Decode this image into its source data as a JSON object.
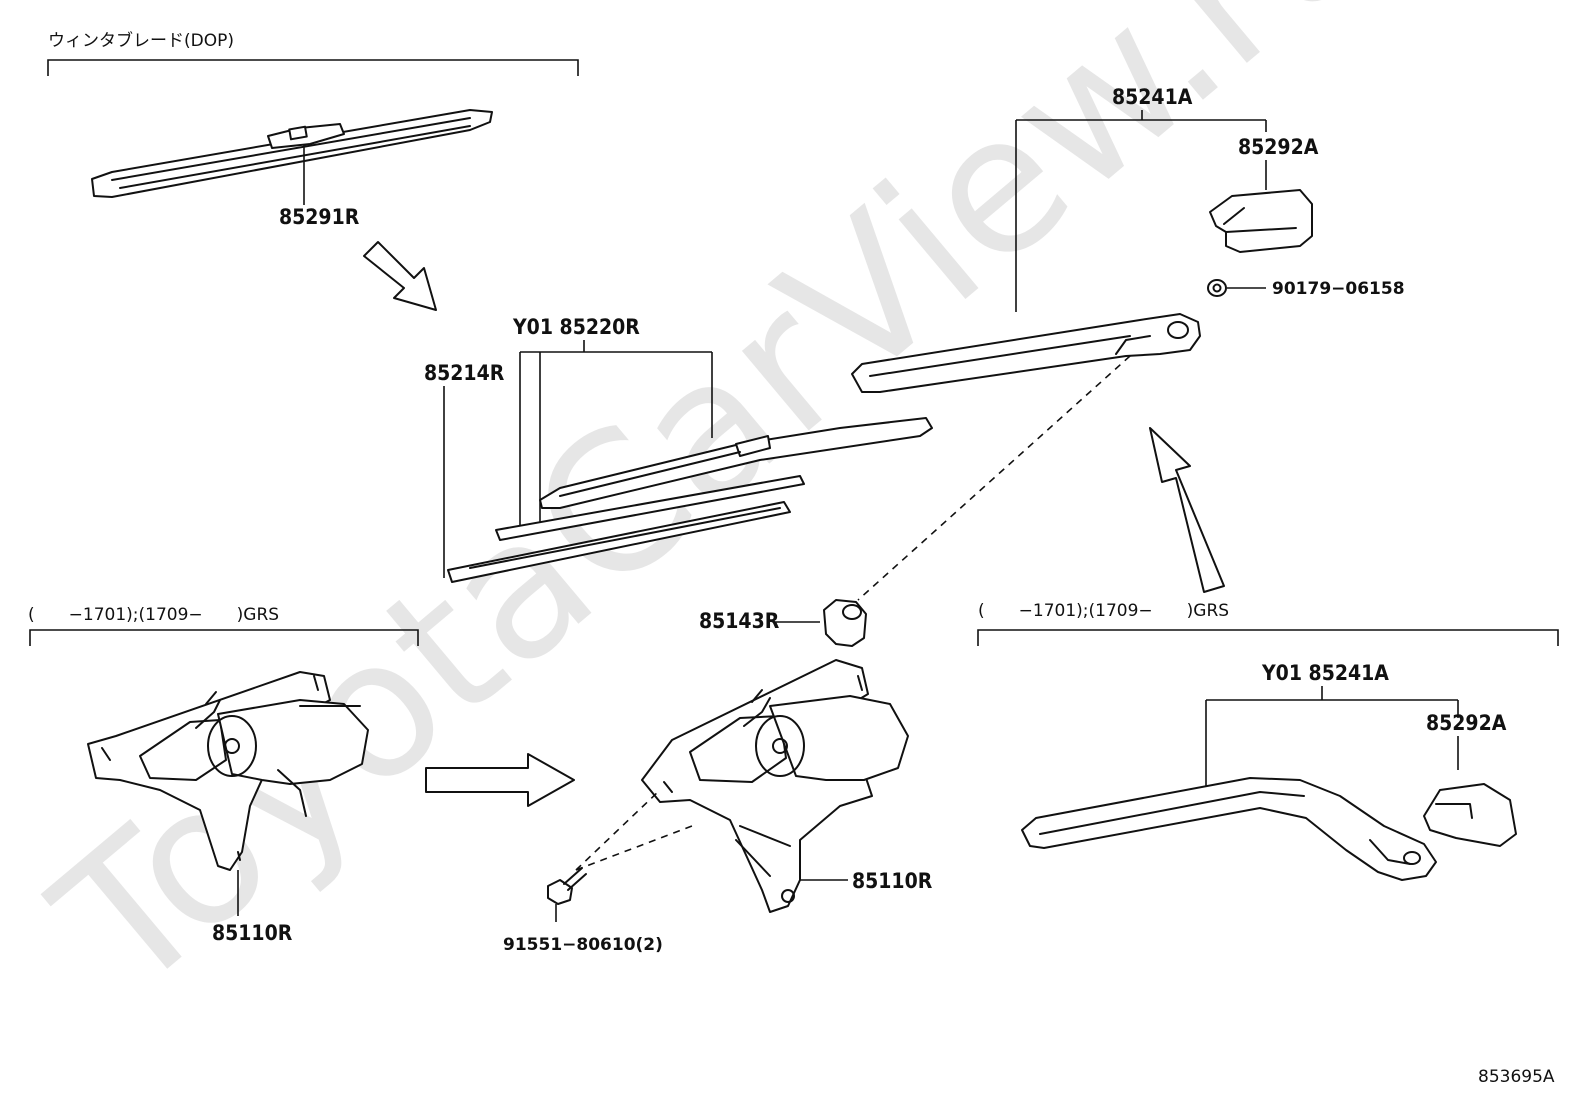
{
  "group_labels": {
    "winter_blade": "ウィンタブレード(DOP)",
    "left_range": "(　　−1701);(1709−　　)GRS",
    "right_range": "(　　−1701);(1709−　　)GRS"
  },
  "parts": {
    "p85291R": "85291R",
    "p85220R": "Y01 85220R",
    "p85214R": "85214R",
    "p85241A_top": "85241A",
    "p85292A_top": "85292A",
    "p90179": "90179−06158",
    "p85143R": "85143R",
    "p85110R_left": "85110R",
    "p85110R_center": "85110R",
    "p91551": "91551−80610(2)",
    "p85241A_right": "Y01 85241A",
    "p85292A_right": "85292A"
  },
  "watermark": "ToyotaCarView.ru",
  "illustration_number": "853695A"
}
